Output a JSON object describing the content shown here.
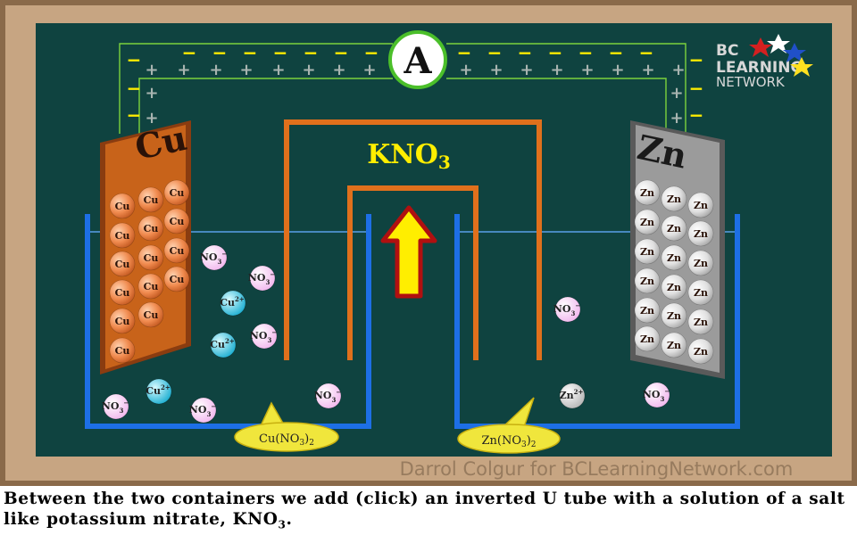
{
  "ammeter": {
    "label": "A"
  },
  "logo": {
    "line1": "BC",
    "line2": "LEARNING",
    "line3": "NETWORK"
  },
  "electrodes": {
    "left": {
      "label": "Cu"
    },
    "right": {
      "label": "Zn"
    }
  },
  "salt_bridge": {
    "formula": "KNO",
    "subscript": "3"
  },
  "left_wire": {
    "charges": [
      "−",
      "−",
      "−"
    ],
    "plus": [
      "+",
      "+",
      "+"
    ]
  },
  "top_wire": {
    "minus_sign": "−",
    "plus_sign": "+"
  },
  "left_atoms": {
    "label": "Cu"
  },
  "right_atoms": {
    "label": "Zn"
  },
  "ions": {
    "nitrate": {
      "text": "NO",
      "sub": "3",
      "charge": "−"
    },
    "copper": {
      "text": "Cu",
      "charge": "2+"
    },
    "zinc": {
      "text": "Zn",
      "charge": "2+"
    }
  },
  "solutions": {
    "left": {
      "text": "Cu(NO",
      "sub": "3",
      "close": ")",
      "sub2": "2"
    },
    "right": {
      "text": "Zn(NO",
      "sub": "3",
      "close": ")",
      "sub2": "2"
    }
  },
  "watermark": "Darrol Colgur for BCLearningNetwork.com",
  "caption": {
    "text": "Between the two containers we add (click) an inverted U tube with a solution of a salt like potassium nitrate, KNO",
    "sub": "3",
    "end": "."
  },
  "colors": {
    "board": "#0f4340",
    "frame": "#b08a64",
    "wire": "#7cd23c",
    "beaker": "#1d6fe6",
    "tube": "#e0701c",
    "kno3_text": "#ffee00",
    "arrow_fill": "#ffee00",
    "arrow_outline": "#b01010",
    "copper": "#c8631a",
    "zinc": "#9b9b9b",
    "nitrate_ion": "#f5c8f0",
    "cu_ion": "#38c4e0",
    "callout": "#f0e63c"
  }
}
